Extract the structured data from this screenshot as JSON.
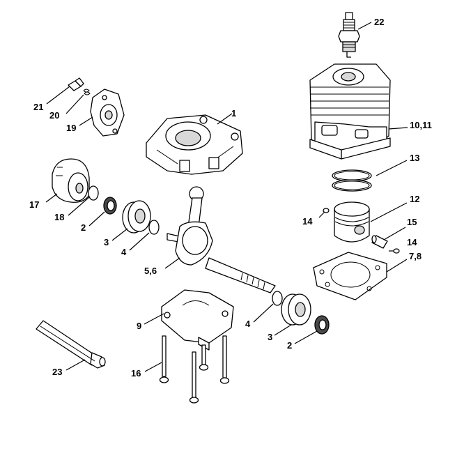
{
  "callouts": {
    "c1": "1",
    "c2a": "2",
    "c2b": "2",
    "c3a": "3",
    "c3b": "3",
    "c4a": "4",
    "c4b": "4",
    "c56": "5,6",
    "c78": "7,8",
    "c9": "9",
    "c1011": "10,11",
    "c12": "12",
    "c13": "13",
    "c14a": "14",
    "c14b": "14",
    "c15": "15",
    "c16": "16",
    "c17": "17",
    "c18": "18",
    "c19": "19",
    "c20": "20",
    "c21": "21",
    "c22": "22",
    "c23": "23"
  }
}
